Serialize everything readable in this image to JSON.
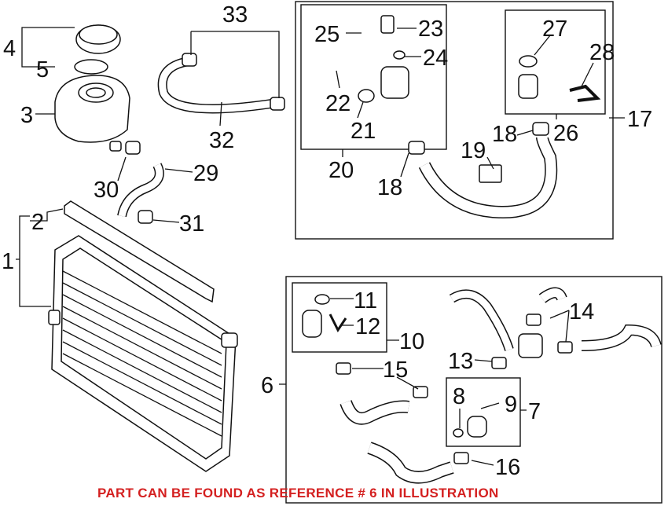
{
  "diagram": {
    "callouts": [
      "33",
      "4",
      "5",
      "25",
      "23",
      "24",
      "27",
      "28",
      "3",
      "22",
      "21",
      "32",
      "17",
      "18",
      "26",
      "19",
      "20",
      "29",
      "30",
      "18",
      "2",
      "31",
      "1",
      "11",
      "14",
      "12",
      "10",
      "13",
      "15",
      "6",
      "8",
      "9",
      "7",
      "16"
    ],
    "note": "PART CAN BE FOUND AS REFERENCE # 6 IN ILLUSTRATION",
    "note_color": "#d42020"
  }
}
